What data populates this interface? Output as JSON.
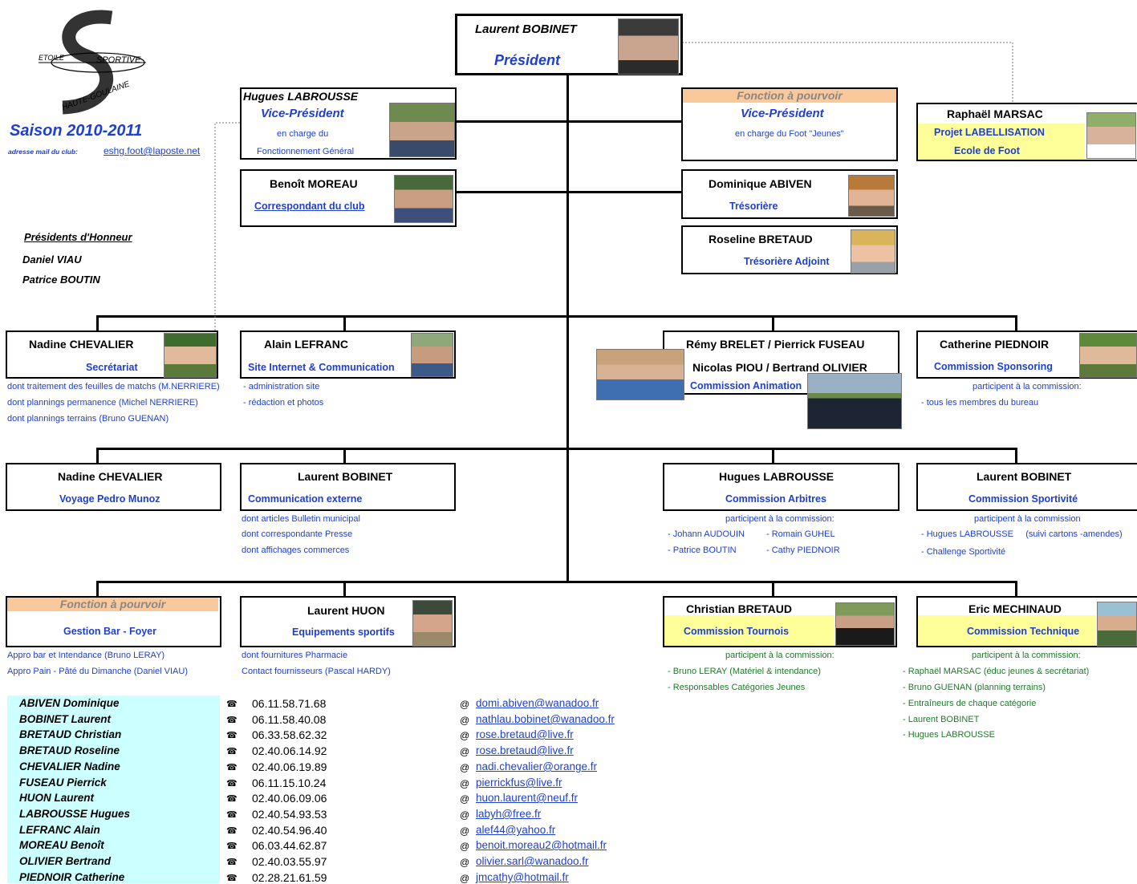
{
  "logo": {
    "line1": "ETOILE",
    "line2": "SPORTIVE",
    "line3": "HAUTE-GOULAINE"
  },
  "season": "Saison 2010-2011",
  "club_email_label": "adresse mail du club:",
  "club_email": "eshg.foot@laposte.net",
  "honour": {
    "title": "Présidents d'Honneur",
    "names": [
      "Daniel VIAU",
      "Patrice BOUTIN"
    ]
  },
  "president": {
    "name": "Laurent BOBINET",
    "role": "Président"
  },
  "vp1": {
    "name": "Hugues LABROUSSE",
    "role": "Vice-Président",
    "line1": "en charge du",
    "line2": "Fonctionnement Général"
  },
  "vp2": {
    "banner": "Fonction à pourvoir",
    "role": "Vice-Président",
    "line1": "en charge du Foot \"Jeunes\""
  },
  "marsac": {
    "name": "Raphaël MARSAC",
    "line1": "Projet LABELLISATION",
    "line2": "Ecole de Foot"
  },
  "moreau": {
    "name": "Benoît MOREAU",
    "role": "Correspondant du club"
  },
  "abiven": {
    "name": "Dominique ABIVEN",
    "role": "Trésorière"
  },
  "bretaud_r": {
    "name": "Roseline BRETAUD",
    "role": "Trésorière Adjoint"
  },
  "chevalier1": {
    "name": "Nadine CHEVALIER",
    "role": "Secrétariat",
    "notes": [
      "dont traitement des feuilles de matchs (M.NERRIERE)",
      "dont plannings permanence (Michel NERRIERE)",
      "dont plannings terrains (Bruno GUENAN)"
    ]
  },
  "lefranc": {
    "name": "Alain LEFRANC",
    "role": "Site Internet & Communication",
    "notes": [
      "- administration site",
      "- rédaction et photos"
    ]
  },
  "animation": {
    "names1": "Rémy BRELET / Pierrick FUSEAU",
    "names2": "Nicolas PIOU / Bertrand OLIVIER",
    "role": "Commission Animation"
  },
  "piednoir": {
    "name": "Catherine PIEDNOIR",
    "role": "Commission Sponsoring",
    "notes": [
      "participent à la commission:",
      "- tous les membres du bureau"
    ]
  },
  "chevalier2": {
    "name": "Nadine CHEVALIER",
    "role": "Voyage Pedro Munoz"
  },
  "bobinet2": {
    "name": "Laurent BOBINET",
    "role": "Communication externe",
    "notes": [
      "dont articles Bulletin municipal",
      "dont correspondante Presse",
      "dont affichages commerces"
    ]
  },
  "arbitres": {
    "name": "Hugues LABROUSSE",
    "role": "Commission Arbitres",
    "notes": [
      "participent à la commission:",
      "- Johann AUDOUIN",
      "- Romain GUHEL",
      "- Patrice BOUTIN",
      "- Cathy PIEDNOIR"
    ]
  },
  "sportivite": {
    "name": "Laurent BOBINET",
    "role": "Commission Sportivité",
    "notes": [
      "participent à la commission",
      "- Hugues LABROUSSE     (suivi cartons -amendes)",
      "- Challenge Sportivité"
    ]
  },
  "bar": {
    "banner": "Fonction à pourvoir",
    "role": "Gestion Bar - Foyer",
    "notes": [
      "Appro bar et Intendance (Bruno LERAY)",
      "Appro Pain - Pâté du Dimanche (Daniel VIAU)"
    ]
  },
  "huon": {
    "name": "Laurent HUON",
    "role": "Equipements sportifs",
    "notes": [
      "dont fournitures Pharmacie",
      "Contact fournisseurs (Pascal HARDY)"
    ]
  },
  "tournois": {
    "name": "Christian BRETAUD",
    "role": "Commission Tournois",
    "notes": [
      "participent à la commission:",
      "- Bruno LERAY (Matériel & intendance)",
      "- Responsables Catégories Jeunes"
    ]
  },
  "technique": {
    "name": "Eric MECHINAUD",
    "role": "Commission Technique",
    "notes": [
      "participent à la commission:",
      "- Raphaël MARSAC (éduc jeunes & secrétariat)",
      "- Bruno GUENAN (planning terrains)",
      "- Entraîneurs de chaque catégorie",
      "- Laurent BOBINET",
      "- Hugues LABROUSSE"
    ]
  },
  "contacts": [
    {
      "name": "ABIVEN Dominique",
      "phone": "06.11.58.71.68",
      "email": "domi.abiven@wanadoo.fr"
    },
    {
      "name": "BOBINET Laurent",
      "phone": "06.11.58.40.08",
      "email": "nathlau.bobinet@wanadoo.fr"
    },
    {
      "name": "BRETAUD Christian",
      "phone": "06.33.58.62.32",
      "email": "rose.bretaud@live.fr"
    },
    {
      "name": "BRETAUD Roseline",
      "phone": "02.40.06.14.92",
      "email": "rose.bretaud@live.fr"
    },
    {
      "name": "CHEVALIER Nadine",
      "phone": "02.40.06.19.89",
      "email": "nadi.chevalier@orange.fr"
    },
    {
      "name": "FUSEAU Pierrick",
      "phone": "06.11.15.10.24",
      "email": "pierrickfus@live.fr"
    },
    {
      "name": "HUON Laurent",
      "phone": "02.40.06.09.06",
      "email": "huon.laurent@neuf.fr"
    },
    {
      "name": "LABROUSSE Hugues",
      "phone": "02.40.54.93.53",
      "email": "labyh@free.fr"
    },
    {
      "name": "LEFRANC Alain",
      "phone": "02.40.54.96.40",
      "email": "alef44@yahoo.fr"
    },
    {
      "name": "MOREAU Benoît",
      "phone": "06.03.44.62.87",
      "email": "benoit.moreau2@hotmail.fr"
    },
    {
      "name": "OLIVIER Bertrand",
      "phone": "02.40.03.55.97",
      "email": "olivier.sarl@wanadoo.fr"
    },
    {
      "name": "PIEDNOIR Catherine",
      "phone": "02.28.21.61.59",
      "email": "jmcathy@hotmail.fr"
    }
  ],
  "symbols": {
    "phone": "☎",
    "at": "@"
  },
  "colors": {
    "role_blue": "#1f3fd1",
    "banner_orange": "#f9c89b",
    "highlight_yellow": "#ffff99",
    "contact_cyan": "#ccffff",
    "note_green": "#1f7a2a"
  }
}
